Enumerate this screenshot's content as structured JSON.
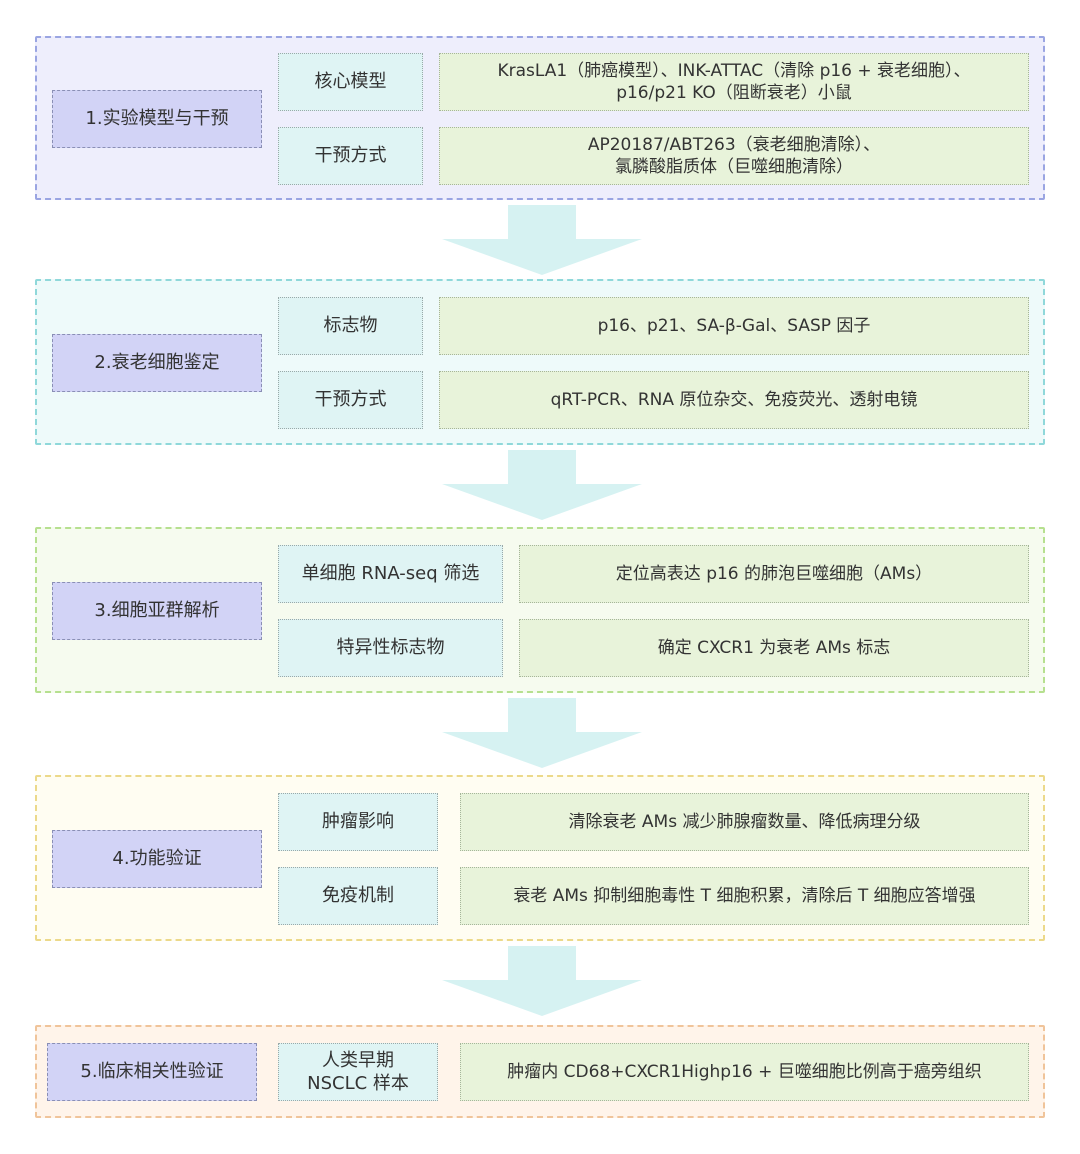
{
  "colors": {
    "stage1_border": "#9aa5e2",
    "stage1_bg": "#eeeefc",
    "stage2_border": "#8fd8da",
    "stage2_bg": "#eefafa",
    "stage3_border": "#b6e08f",
    "stage3_bg": "#f6fbef",
    "stage4_border": "#ecd98a",
    "stage4_bg": "#fffdf2",
    "stage5_border": "#f0c49a",
    "stage5_bg": "#fff4ea",
    "arrow": "#d6f2f2"
  },
  "stages": [
    {
      "title": "1.实验模型与干预",
      "rows": [
        {
          "category": "核心模型",
          "detail": "KrasLA1（肺癌模型）、INK-ATTAC（清除 p16 + 衰老细胞）、\np16/p21 KO（阻断衰老）小鼠"
        },
        {
          "category": "干预方式",
          "detail": "AP20187/ABT263（衰老细胞清除）、\n氯膦酸脂质体（巨噬细胞清除）"
        }
      ]
    },
    {
      "title": "2.衰老细胞鉴定",
      "rows": [
        {
          "category": "标志物",
          "detail": "p16、p21、SA-β-Gal、SASP 因子"
        },
        {
          "category": "干预方式",
          "detail": "qRT-PCR、RNA 原位杂交、免疫荧光、透射电镜"
        }
      ]
    },
    {
      "title": "3.细胞亚群解析",
      "rows": [
        {
          "category": "单细胞 RNA-seq 筛选",
          "detail": "定位高表达 p16 的肺泡巨噬细胞（AMs）"
        },
        {
          "category": "特异性标志物",
          "detail": "确定 CXCR1 为衰老 AMs 标志"
        }
      ]
    },
    {
      "title": "4.功能验证",
      "rows": [
        {
          "category": "肿瘤影响",
          "detail": "清除衰老 AMs 减少肺腺瘤数量、降低病理分级"
        },
        {
          "category": "免疫机制",
          "detail": "衰老 AMs 抑制细胞毒性 T 细胞积累，清除后 T 细胞应答增强"
        }
      ]
    },
    {
      "title": "5.临床相关性验证",
      "rows": [
        {
          "category": "人类早期\nNSCLC 样本",
          "detail": "肿瘤内 CD68+CXCR1Highp16 + 巨噬细胞比例高于癌旁组织"
        }
      ]
    }
  ]
}
